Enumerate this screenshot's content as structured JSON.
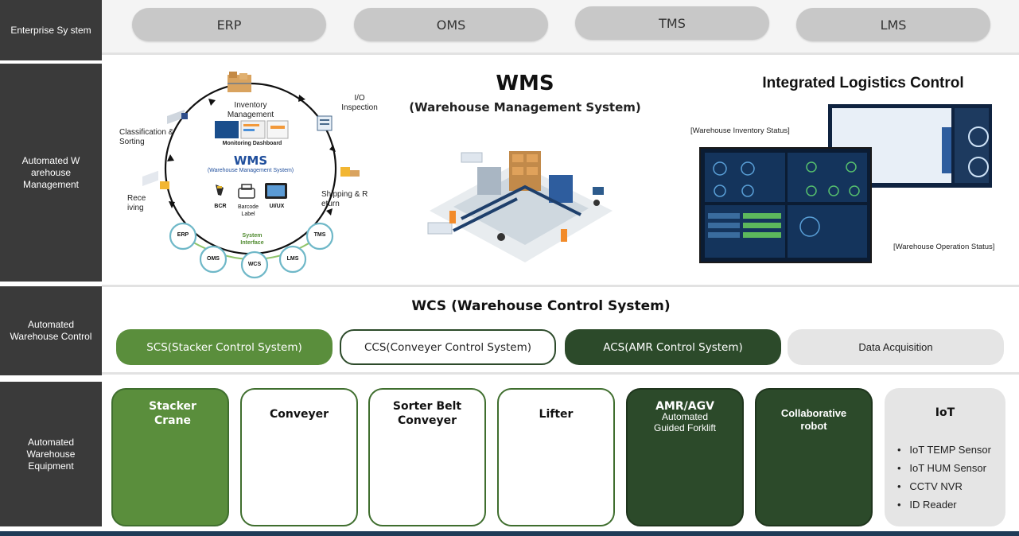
{
  "tiers": {
    "enterprise": "Enterprise Sy stem",
    "management": "Automated W arehouse Management",
    "control": "Automated Warehouse Control",
    "equipment": "Automated Warehouse Equipment"
  },
  "enterprise_systems": [
    "ERP",
    "OMS",
    "TMS",
    "LMS"
  ],
  "wms": {
    "title": "WMS",
    "subtitle": "(Warehouse Management System)",
    "cycle": {
      "inventory": "Inventory Management",
      "dashboard": "Monitoring Dashboard",
      "io": "I/O Inspection",
      "classification": "Classification & Sorting",
      "receiving": "Rece iving",
      "shipping": "Shipping & R eturn",
      "center_title": "WMS",
      "center_sub": "(Warehouse Management System)",
      "bcr": "BCR",
      "barcode": "Barcode Label",
      "uiux": "UI/UX",
      "system_interface": "System Interface",
      "nodes": [
        "ERP",
        "OMS",
        "WCS",
        "LMS",
        "TMS"
      ]
    }
  },
  "integrated": {
    "title": "Integrated Logistics Control",
    "inventory_status": "[Warehouse Inventory Status]",
    "operation_status": "[Warehouse Operation Status]"
  },
  "wcs": {
    "title": "WCS (Warehouse Control System)",
    "buttons": [
      "SCS(Stacker Control System)",
      "CCS(Conveyer Control System)",
      "ACS(AMR Control System)",
      "Data Acquisition"
    ]
  },
  "equipment": {
    "stacker": "Stacker Crane",
    "conveyer": "Conveyer",
    "sorter": "Sorter Belt Conveyer",
    "lifter": "Lifter",
    "amr": "AMR/AGV",
    "amr_sub": "Automated Guided Forklift",
    "robot": "Collaborative robot",
    "iot": "IoT",
    "iot_items": [
      "IoT TEMP Sensor",
      "IoT HUM Sensor",
      "CCTV NVR",
      "ID Reader"
    ]
  },
  "colors": {
    "label_bg": "#3a3a3a",
    "green_light": "#5a8e3c",
    "green_dark": "#2c4a2a",
    "green_border": "#3f6e2e",
    "pill_gray": "#c8c8c8",
    "teal": "#6fb8c8",
    "dashboard_navy": "#16304f"
  },
  "icons": [
    "shelf-icon",
    "monitor-icon",
    "truck-icon",
    "forklift-icon",
    "scanner-icon",
    "printer-icon",
    "tablet-icon",
    "robot-arm-icon",
    "lifter-icon",
    "conveyor-icon",
    "dashboard-icon",
    "isometric-warehouse-icon"
  ]
}
